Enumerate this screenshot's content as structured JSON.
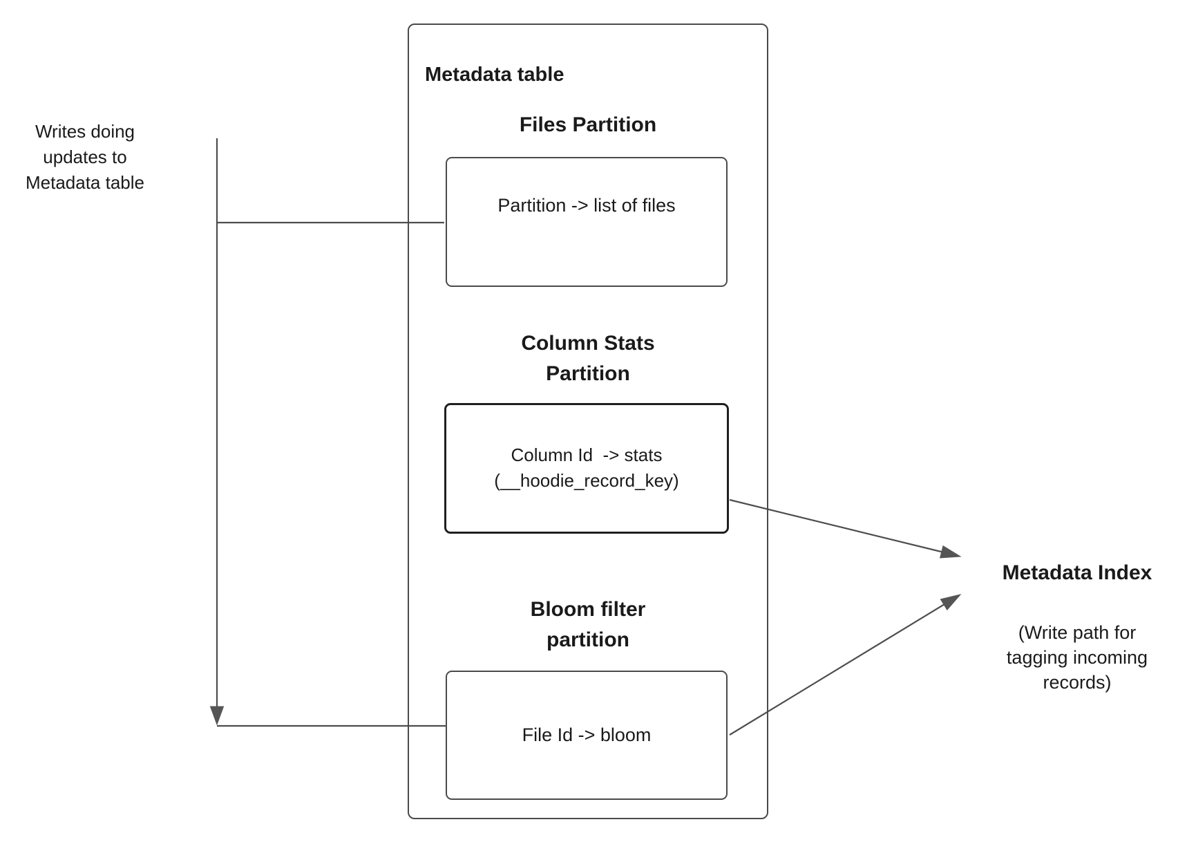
{
  "diagram": {
    "left_note": {
      "text": "Writes doing\nupdates to\nMetadata table"
    },
    "metadata_table": {
      "title": "Metadata table",
      "sections": [
        {
          "heading": "Files Partition",
          "box_text": "Partition -> list of files"
        },
        {
          "heading": "Column Stats\nPartition",
          "box_text": "Column Id  -> stats\n(__hoodie_record_key)"
        },
        {
          "heading": "Bloom filter\npartition",
          "box_text": "File Id -> bloom"
        }
      ]
    },
    "metadata_index": {
      "title": "Metadata Index",
      "caption": "(Write path for\ntagging incoming\nrecords)"
    },
    "colors": {
      "background": "#ffffff",
      "text": "#1a1a1a",
      "box_border": "#4a4a4a",
      "emphasis_box_border": "#1f1f1f",
      "connector_line": "#4d4d4d",
      "arrowhead": "#555555"
    }
  }
}
